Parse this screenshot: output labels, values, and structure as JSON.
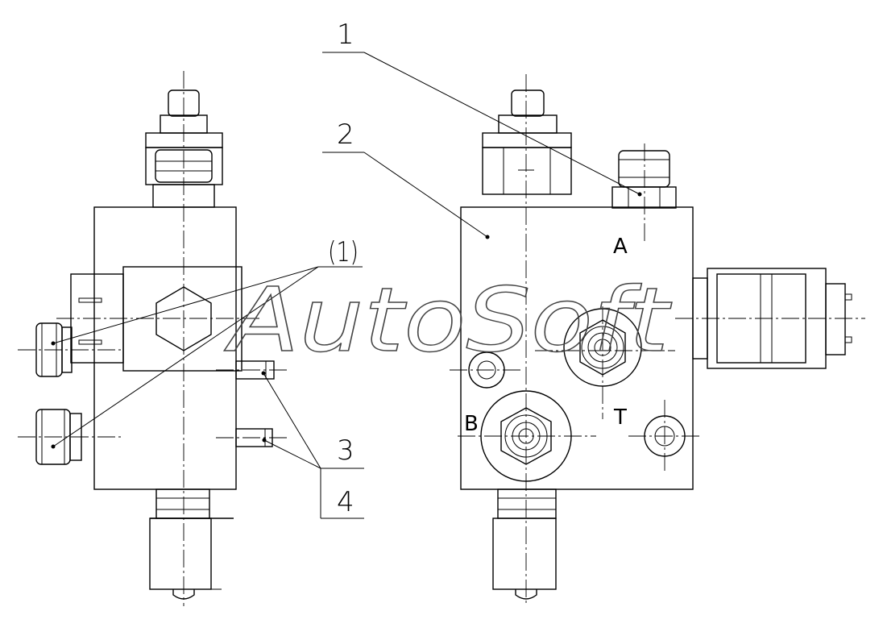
{
  "callouts": [
    "1",
    "2",
    "(1)",
    "3",
    "4"
  ],
  "port_labels": [
    "A",
    "B",
    "T"
  ],
  "watermark": "AutoSoft"
}
